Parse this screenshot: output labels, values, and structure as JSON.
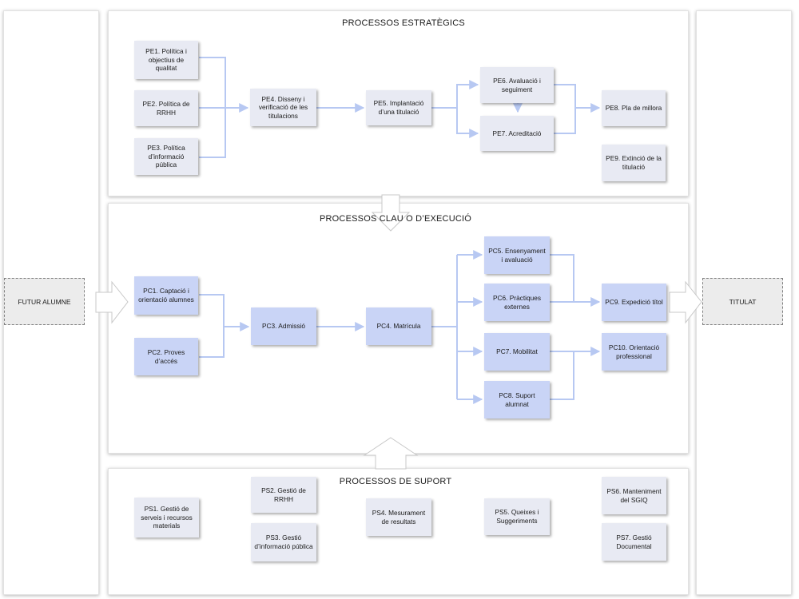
{
  "sections": {
    "estrategics": "PROCESSOS ESTRATÈGICS",
    "clau": "PROCESSOS CLAU O D’EXECUCIÓ",
    "suport": "PROCESSOS DE SUPORT"
  },
  "sides": {
    "input": "FUTUR ALUMNE",
    "output": "TITULAT"
  },
  "estrategics": {
    "pe1": "PE1. Política i objectius de qualitat",
    "pe2": "PE2. Política de RRHH",
    "pe3": "PE3. Política d’informació pública",
    "pe4": "PE4. Disseny i verificació de les titulacions",
    "pe5": "PE5. Implantació d’una titulació",
    "pe6": "PE6. Avaluació i seguiment",
    "pe7": "PE7. Acreditació",
    "pe8": "PE8. Pla de millora",
    "pe9": "PE9. Extinció de la titulació"
  },
  "clau": {
    "pc1": "PC1. Captació i orientació alumnes",
    "pc2": "PC2. Proves d’accés",
    "pc3": "PC3. Admissió",
    "pc4": "PC4. Matrícula",
    "pc5": "PC5. Ensenyament i avaluació",
    "pc6": "PC6. Pràctiques externes",
    "pc7": "PC7. Mobilitat",
    "pc8": "PC8. Suport alumnat",
    "pc9": "PC9. Expedició títol",
    "pc10": "PC10. Orientació professional"
  },
  "suport": {
    "ps1": "PS1. Gestió de serveis i recursos materials",
    "ps2": "PS2. Gestió de RRHH",
    "ps3": "PS3. Gestió d’informació pública",
    "ps4": "PS4. Mesurament de resultats",
    "ps5": "PS5. Queixes i Suggeriments",
    "ps6": "PS6. Manteniment del SGIQ",
    "ps7": "PS7. Gestió Documental"
  },
  "colors": {
    "connector": "#b7c8f2",
    "box_light": "#e8eaf3",
    "box_key": "#c9d4f6",
    "external": "#ececec"
  }
}
